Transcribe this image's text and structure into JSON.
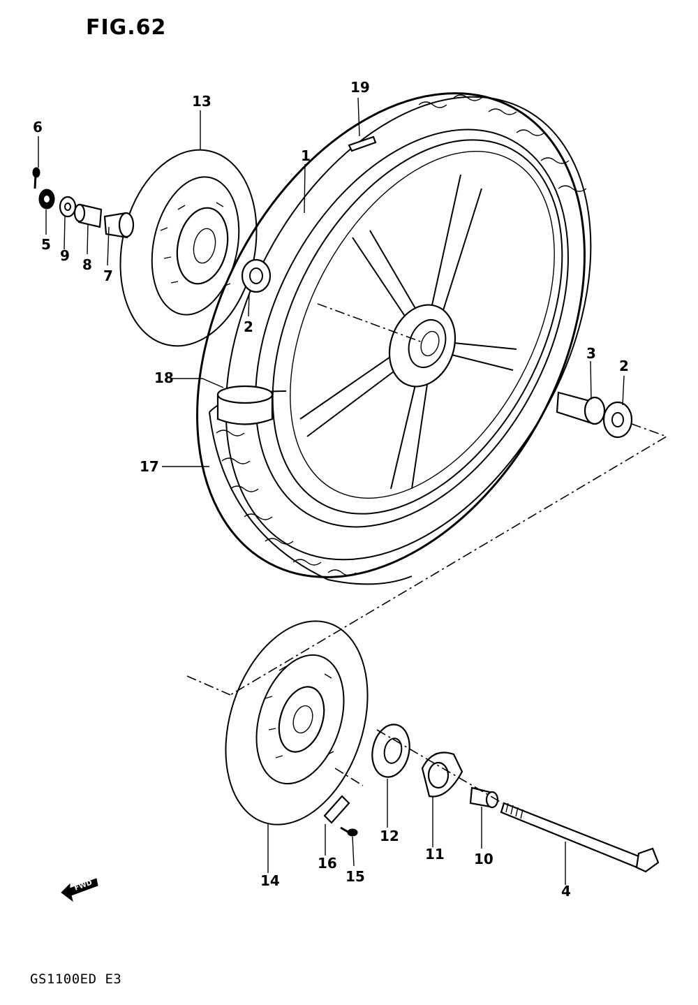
{
  "figure_title": "FIG.62",
  "model_code": "GS1100ED E3",
  "fwd_label": "FWD",
  "callouts": {
    "c1": "1",
    "c2a": "2",
    "c2b": "2",
    "c3": "3",
    "c4": "4",
    "c5": "5",
    "c6": "6",
    "c7": "7",
    "c8": "8",
    "c9": "9",
    "c10": "10",
    "c11": "11",
    "c12": "12",
    "c13": "13",
    "c14": "14",
    "c15": "15",
    "c16": "16",
    "c17": "17",
    "c18": "18",
    "c19": "19"
  }
}
